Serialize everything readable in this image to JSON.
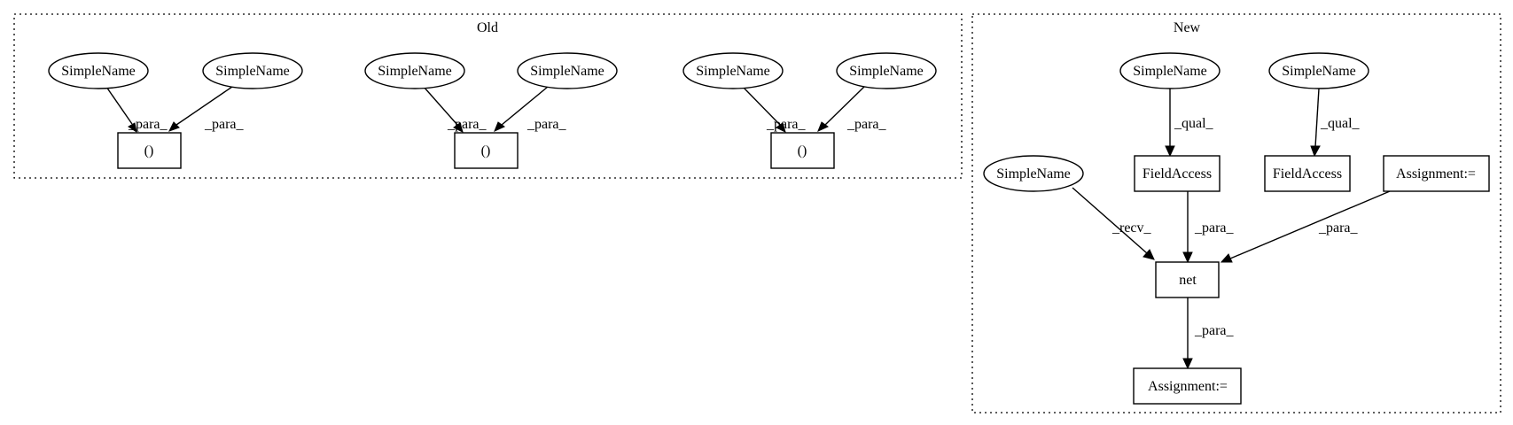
{
  "clusters": {
    "old": {
      "label": "Old"
    },
    "new": {
      "label": "New"
    }
  },
  "nodes": {
    "old_sn1": "SimpleName",
    "old_sn2": "SimpleName",
    "old_sn3": "SimpleName",
    "old_sn4": "SimpleName",
    "old_sn5": "SimpleName",
    "old_sn6": "SimpleName",
    "old_paren1": "()",
    "old_paren2": "()",
    "old_paren3": "()",
    "new_sn_qual1": "SimpleName",
    "new_sn_qual2": "SimpleName",
    "new_sn_recv": "SimpleName",
    "new_fieldaccess1": "FieldAccess",
    "new_fieldaccess2": "FieldAccess",
    "new_assignment_top": "Assignment:=",
    "new_net": "net",
    "new_assignment_bottom": "Assignment:="
  },
  "edges": {
    "old_e1": "_para_",
    "old_e2": "_para_",
    "old_e3": "_para_",
    "old_e4": "_para_",
    "old_e5": "_para_",
    "old_e6": "_para_",
    "new_e_qual1": "_qual_",
    "new_e_qual2": "_qual_",
    "new_e_recv": "_recv_",
    "new_e_fa_net": "_para_",
    "new_e_assign_net": "_para_",
    "new_e_net_assign": "_para_"
  }
}
